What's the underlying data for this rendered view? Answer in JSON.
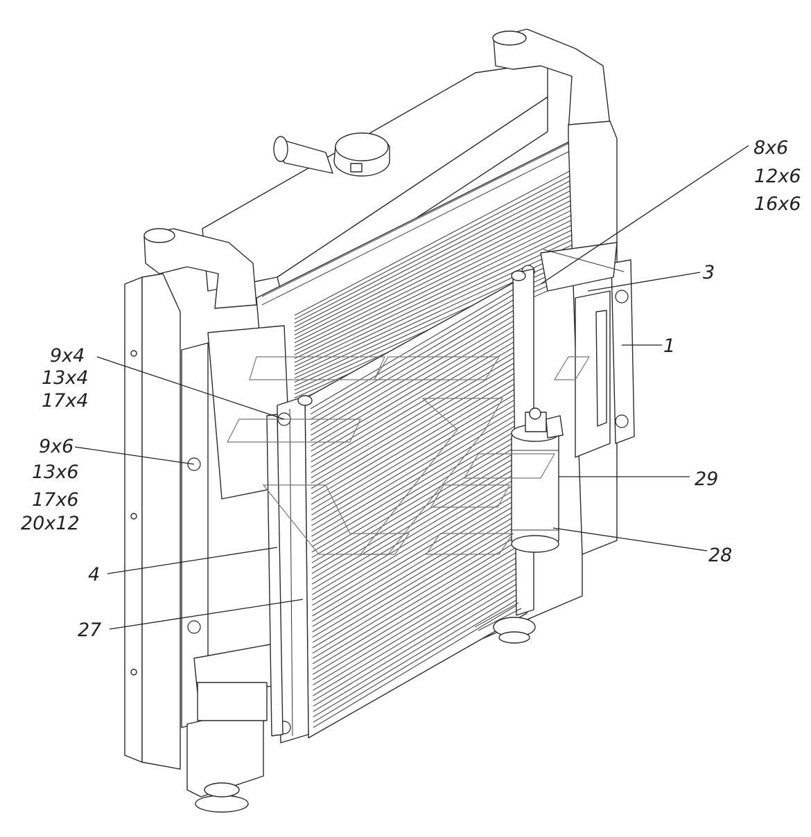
{
  "callouts": {
    "c_8x6": "8x6",
    "c_12x6": "12x6",
    "c_16x6": "16x6",
    "c_3": "3",
    "c_1": "1",
    "c_9x4": "9x4",
    "c_13x4": "13x4",
    "c_17x4": "17x4",
    "c_9x6": "9x6",
    "c_13x6": "13x6",
    "c_17x6": "17x6",
    "c_20x12": "20x12",
    "c_29": "29",
    "c_28": "28",
    "c_4": "4",
    "c_27": "27"
  },
  "colors": {
    "line": "#2a2a2a",
    "background": "#ffffff",
    "watermark": "#777777"
  }
}
